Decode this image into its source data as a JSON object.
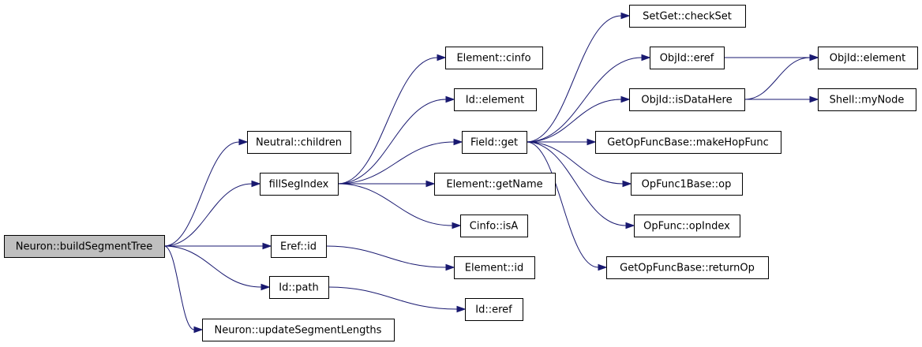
{
  "nodes": [
    {
      "id": "root",
      "label": "Neuron::buildSegmentTree",
      "root": true
    },
    {
      "id": "children",
      "label": "Neutral::children"
    },
    {
      "id": "fillSeg",
      "label": "fillSegIndex"
    },
    {
      "id": "erefid",
      "label": "Eref::id"
    },
    {
      "id": "idpath",
      "label": "Id::path"
    },
    {
      "id": "upd",
      "label": "Neuron::updateSegmentLengths"
    },
    {
      "id": "cinfo",
      "label": "Element::cinfo"
    },
    {
      "id": "idelement",
      "label": "Id::element"
    },
    {
      "id": "fieldget",
      "label": "Field::get"
    },
    {
      "id": "getname",
      "label": "Element::getName"
    },
    {
      "id": "isA",
      "label": "Cinfo::isA"
    },
    {
      "id": "elemid",
      "label": "Element::id"
    },
    {
      "id": "ideref",
      "label": "Id::eref"
    },
    {
      "id": "checkset",
      "label": "SetGet::checkSet"
    },
    {
      "id": "objeref",
      "label": "ObjId::eref"
    },
    {
      "id": "isdata",
      "label": "ObjId::isDataHere"
    },
    {
      "id": "makehop",
      "label": "GetOpFuncBase::makeHopFunc"
    },
    {
      "id": "op",
      "label": "OpFunc1Base::op"
    },
    {
      "id": "opindex",
      "label": "OpFunc::opIndex"
    },
    {
      "id": "retop",
      "label": "GetOpFuncBase::returnOp"
    },
    {
      "id": "objelem",
      "label": "ObjId::element"
    },
    {
      "id": "mynode",
      "label": "Shell::myNode"
    }
  ],
  "edges": [
    {
      "from": "root",
      "to": "children"
    },
    {
      "from": "root",
      "to": "fillSeg"
    },
    {
      "from": "root",
      "to": "erefid"
    },
    {
      "from": "root",
      "to": "idpath"
    },
    {
      "from": "root",
      "to": "upd"
    },
    {
      "from": "fillSeg",
      "to": "cinfo"
    },
    {
      "from": "fillSeg",
      "to": "idelement"
    },
    {
      "from": "fillSeg",
      "to": "fieldget"
    },
    {
      "from": "fillSeg",
      "to": "getname"
    },
    {
      "from": "fillSeg",
      "to": "isA"
    },
    {
      "from": "erefid",
      "to": "elemid"
    },
    {
      "from": "idpath",
      "to": "ideref"
    },
    {
      "from": "fieldget",
      "to": "checkset"
    },
    {
      "from": "fieldget",
      "to": "objeref"
    },
    {
      "from": "fieldget",
      "to": "isdata"
    },
    {
      "from": "fieldget",
      "to": "makehop"
    },
    {
      "from": "fieldget",
      "to": "op"
    },
    {
      "from": "fieldget",
      "to": "opindex"
    },
    {
      "from": "fieldget",
      "to": "retop"
    },
    {
      "from": "objeref",
      "to": "objelem"
    },
    {
      "from": "isdata",
      "to": "objelem"
    },
    {
      "from": "isdata",
      "to": "mynode"
    }
  ]
}
